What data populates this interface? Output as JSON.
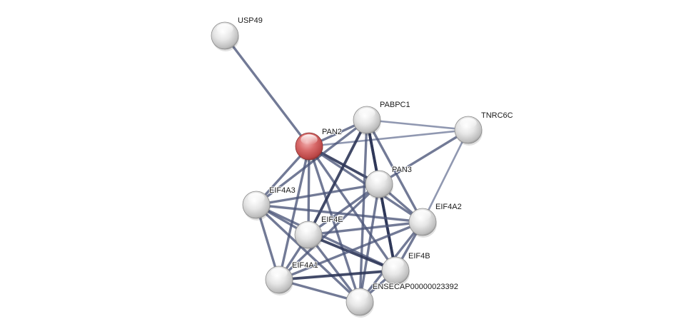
{
  "network": {
    "type": "protein-interaction-network",
    "query_node": "PAN2",
    "colors": {
      "query_node": "#cc5555",
      "node": "#d8d8d8",
      "edge": "#4a5578",
      "edge_strong": "#2e3658",
      "background": "#ffffff"
    },
    "nodes": [
      {
        "id": "USP49",
        "label": "USP49",
        "query": false
      },
      {
        "id": "PABPC1",
        "label": "PABPC1",
        "query": false
      },
      {
        "id": "TNRC6C",
        "label": "TNRC6C",
        "query": false
      },
      {
        "id": "PAN2",
        "label": "PAN2",
        "query": true
      },
      {
        "id": "PAN3",
        "label": "PAN3",
        "query": false
      },
      {
        "id": "EIF4A3",
        "label": "EIF4A3",
        "query": false
      },
      {
        "id": "EIF4A2",
        "label": "EIF4A2",
        "query": false
      },
      {
        "id": "EIF4E",
        "label": "EIF4E",
        "query": false
      },
      {
        "id": "EIF4B",
        "label": "EIF4B",
        "query": false
      },
      {
        "id": "EIF4A1",
        "label": "EIF4A1",
        "query": false
      },
      {
        "id": "ENSECAP00000023392",
        "label": "ENSECAP00000023392",
        "query": false
      }
    ],
    "edges": [
      {
        "source": "USP49",
        "target": "PAN2",
        "strength": "medium"
      },
      {
        "source": "PAN2",
        "target": "PABPC1",
        "strength": "medium"
      },
      {
        "source": "PAN2",
        "target": "TNRC6C",
        "strength": "weak"
      },
      {
        "source": "PAN2",
        "target": "PAN3",
        "strength": "strong"
      },
      {
        "source": "PAN2",
        "target": "EIF4A3",
        "strength": "medium"
      },
      {
        "source": "PAN2",
        "target": "EIF4E",
        "strength": "medium"
      },
      {
        "source": "PAN2",
        "target": "EIF4A1",
        "strength": "medium"
      },
      {
        "source": "PAN2",
        "target": "EIF4A2",
        "strength": "medium"
      },
      {
        "source": "PAN2",
        "target": "EIF4B",
        "strength": "medium"
      },
      {
        "source": "PAN2",
        "target": "ENSECAP00000023392",
        "strength": "medium"
      },
      {
        "source": "PABPC1",
        "target": "TNRC6C",
        "strength": "weak"
      },
      {
        "source": "PABPC1",
        "target": "PAN3",
        "strength": "strong"
      },
      {
        "source": "PABPC1",
        "target": "EIF4A2",
        "strength": "medium"
      },
      {
        "source": "PABPC1",
        "target": "EIF4E",
        "strength": "strong"
      },
      {
        "source": "PABPC1",
        "target": "EIF4B",
        "strength": "strong"
      },
      {
        "source": "PABPC1",
        "target": "EIF4A3",
        "strength": "medium"
      },
      {
        "source": "PABPC1",
        "target": "ENSECAP00000023392",
        "strength": "medium"
      },
      {
        "source": "TNRC6C",
        "target": "PAN3",
        "strength": "medium"
      },
      {
        "source": "TNRC6C",
        "target": "EIF4A2",
        "strength": "weak"
      },
      {
        "source": "PAN3",
        "target": "EIF4A3",
        "strength": "medium"
      },
      {
        "source": "PAN3",
        "target": "EIF4E",
        "strength": "medium"
      },
      {
        "source": "PAN3",
        "target": "EIF4A2",
        "strength": "medium"
      },
      {
        "source": "PAN3",
        "target": "EIF4B",
        "strength": "strong"
      },
      {
        "source": "PAN3",
        "target": "EIF4A1",
        "strength": "medium"
      },
      {
        "source": "PAN3",
        "target": "ENSECAP00000023392",
        "strength": "medium"
      },
      {
        "source": "EIF4A3",
        "target": "EIF4E",
        "strength": "medium"
      },
      {
        "source": "EIF4A3",
        "target": "EIF4A2",
        "strength": "medium"
      },
      {
        "source": "EIF4A3",
        "target": "EIF4A1",
        "strength": "medium"
      },
      {
        "source": "EIF4A3",
        "target": "EIF4B",
        "strength": "medium"
      },
      {
        "source": "EIF4A3",
        "target": "ENSECAP00000023392",
        "strength": "medium"
      },
      {
        "source": "EIF4E",
        "target": "EIF4A2",
        "strength": "medium"
      },
      {
        "source": "EIF4E",
        "target": "EIF4B",
        "strength": "strong"
      },
      {
        "source": "EIF4E",
        "target": "EIF4A1",
        "strength": "medium"
      },
      {
        "source": "EIF4E",
        "target": "ENSECAP00000023392",
        "strength": "medium"
      },
      {
        "source": "EIF4A2",
        "target": "EIF4B",
        "strength": "medium"
      },
      {
        "source": "EIF4A2",
        "target": "EIF4A1",
        "strength": "medium"
      },
      {
        "source": "EIF4A2",
        "target": "ENSECAP00000023392",
        "strength": "medium"
      },
      {
        "source": "EIF4B",
        "target": "EIF4A1",
        "strength": "strong"
      },
      {
        "source": "EIF4B",
        "target": "ENSECAP00000023392",
        "strength": "medium"
      },
      {
        "source": "EIF4A1",
        "target": "ENSECAP00000023392",
        "strength": "medium"
      }
    ]
  }
}
